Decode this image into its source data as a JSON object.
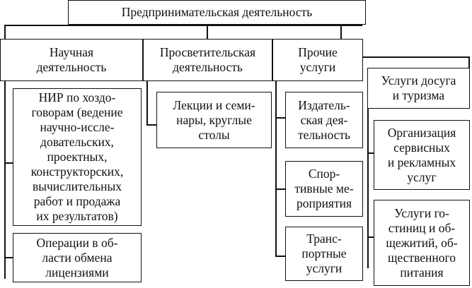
{
  "root": {
    "label": "Предпринимательская деятельность"
  },
  "columns": {
    "scientific": {
      "label": "Научная\nдеятельность",
      "items": [
        "НИР по хоздо-\nговорам (ведение\nнаучно-иссле-\nдовательских,\nпроектных,\nконструкторских,\nвычислительных\nработ и продажа\nих результатов)",
        "Операции в об-\nласти обмена\nлицензиями"
      ]
    },
    "educational": {
      "label": "Просветительская\nдеятельность",
      "items": [
        "Лекции и семи-\nнары, круглые\nстолы"
      ]
    },
    "other": {
      "label": "Прочие\nуслуги",
      "items": [
        "Издатель-\nская дея-\nтельность",
        "Спор-\nтивные ме-\nроприятия",
        "Транс-\nпортные\nуслуги"
      ]
    },
    "leisure": {
      "label": "Услуги досуга\nи туризма",
      "items": [
        "Организация\nсервисных\nи рекламных\nуслуг",
        "Услуги го-\nстиниц и об-\nщежитий, об-\nщественного\nпитания"
      ]
    }
  }
}
